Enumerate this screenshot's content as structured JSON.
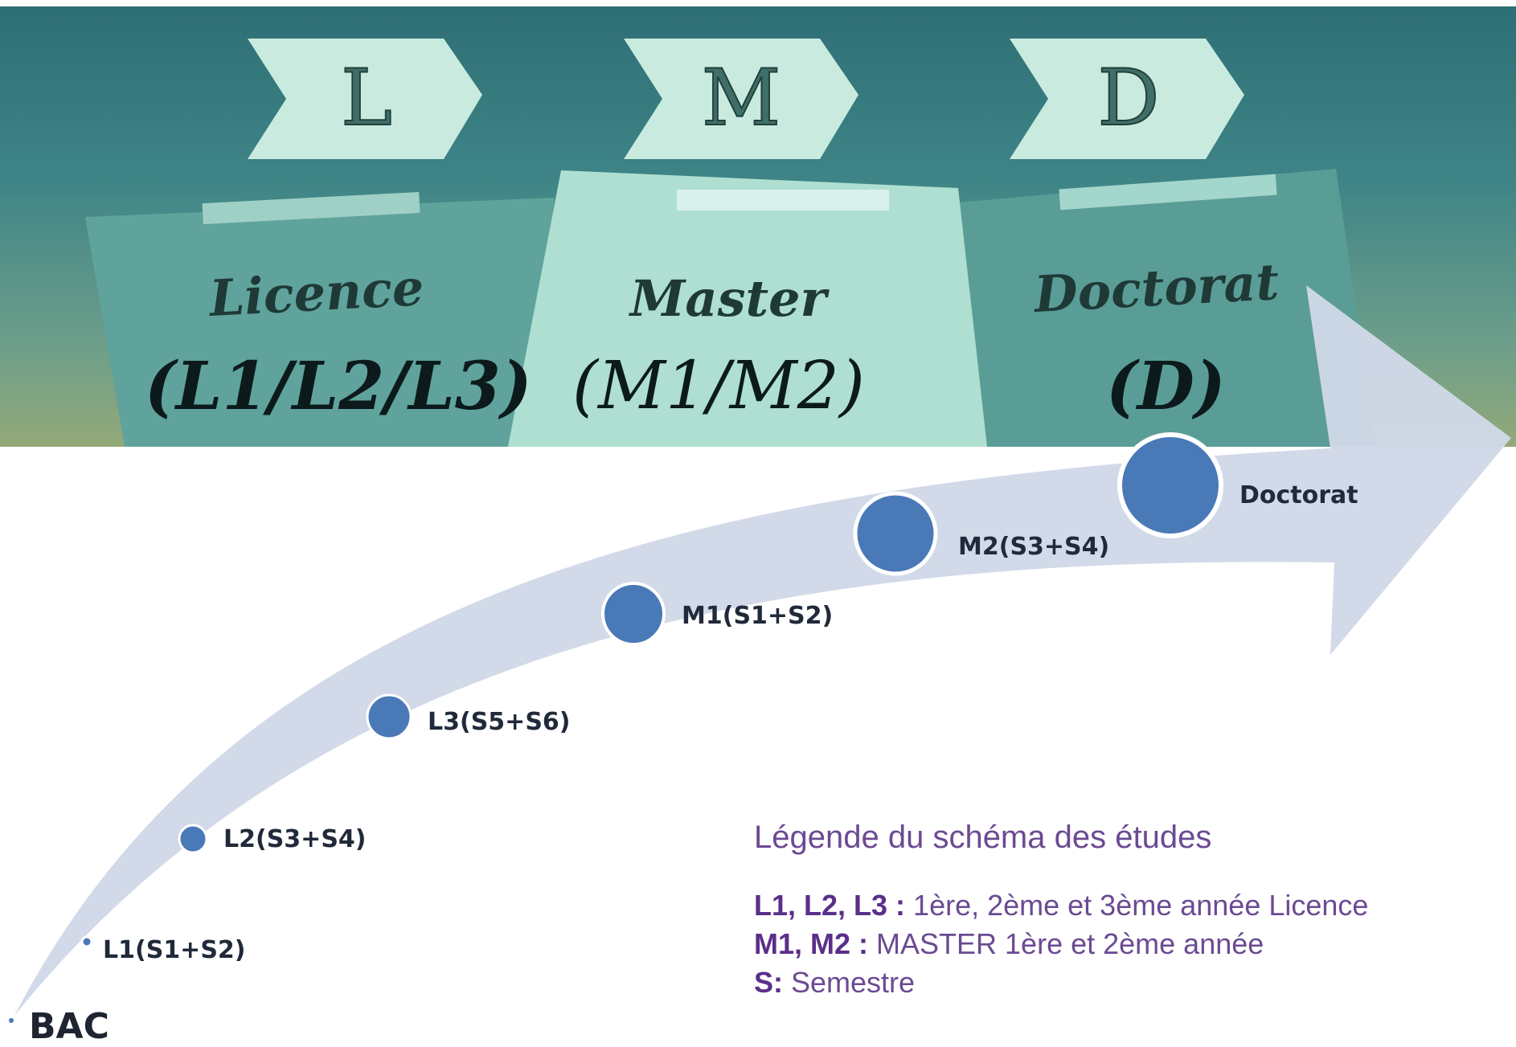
{
  "banner": {
    "letters": [
      "L",
      "M",
      "D"
    ],
    "cards": [
      "Licence",
      "Master",
      "Doctorat"
    ],
    "levels": [
      "(L1/L2/L3)",
      "(M1/M2)",
      "(D)"
    ]
  },
  "path": {
    "start": "BAC",
    "steps": [
      "L1(S1+S2)",
      "L2(S3+S4)",
      "L3(S5+S6)",
      "M1(S1+S2)",
      "M2(S3+S4)",
      "Doctorat"
    ]
  },
  "legend": {
    "title": "Légende du schéma des études",
    "lines": [
      {
        "key": "L1, L2, L3 :",
        "text": " 1ère, 2ème et 3ème année Licence"
      },
      {
        "key": "M1, M2 :",
        "text": " MASTER 1ère et 2ème année"
      },
      {
        "key": "S:",
        "text": " Semestre"
      }
    ]
  },
  "colors": {
    "banner_top": "#2e6f75",
    "banner_bottom": "#93a978",
    "chevron": "#c9ebdf",
    "card": "#5fa39c",
    "card_center": "#aedfd1",
    "arrow": "#d0d9e8",
    "node": "#4a79b8",
    "legend_text": "#6b4a93"
  }
}
